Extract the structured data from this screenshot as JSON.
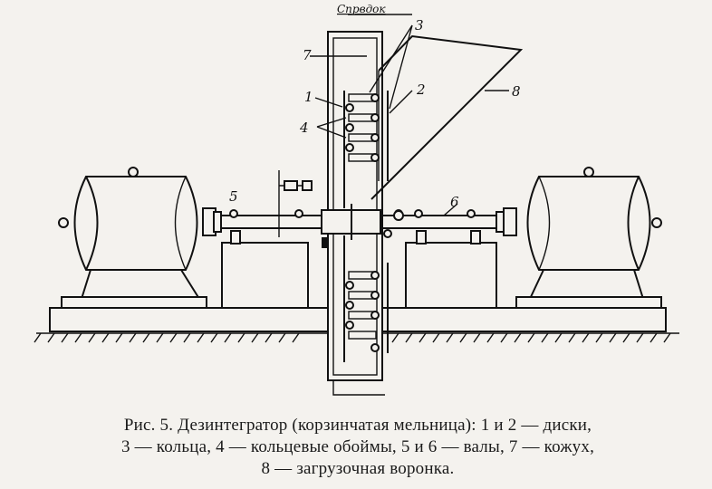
{
  "figure": {
    "labels": {
      "top_note": "Спрвдок",
      "n1": "1",
      "n2": "2",
      "n3": "3",
      "n4": "4",
      "n5": "5",
      "n6": "6",
      "n7": "7",
      "n8": "8"
    }
  },
  "caption": {
    "line1": "Рис. 5. Дезинтегратор (корзинчатая мельница): 1 и 2 — диски,",
    "line2": "3 — кольца, 4 — кольцевые обоймы, 5 и 6 — валы, 7 — кожух,",
    "line3": "8 — загрузочная воронка."
  }
}
